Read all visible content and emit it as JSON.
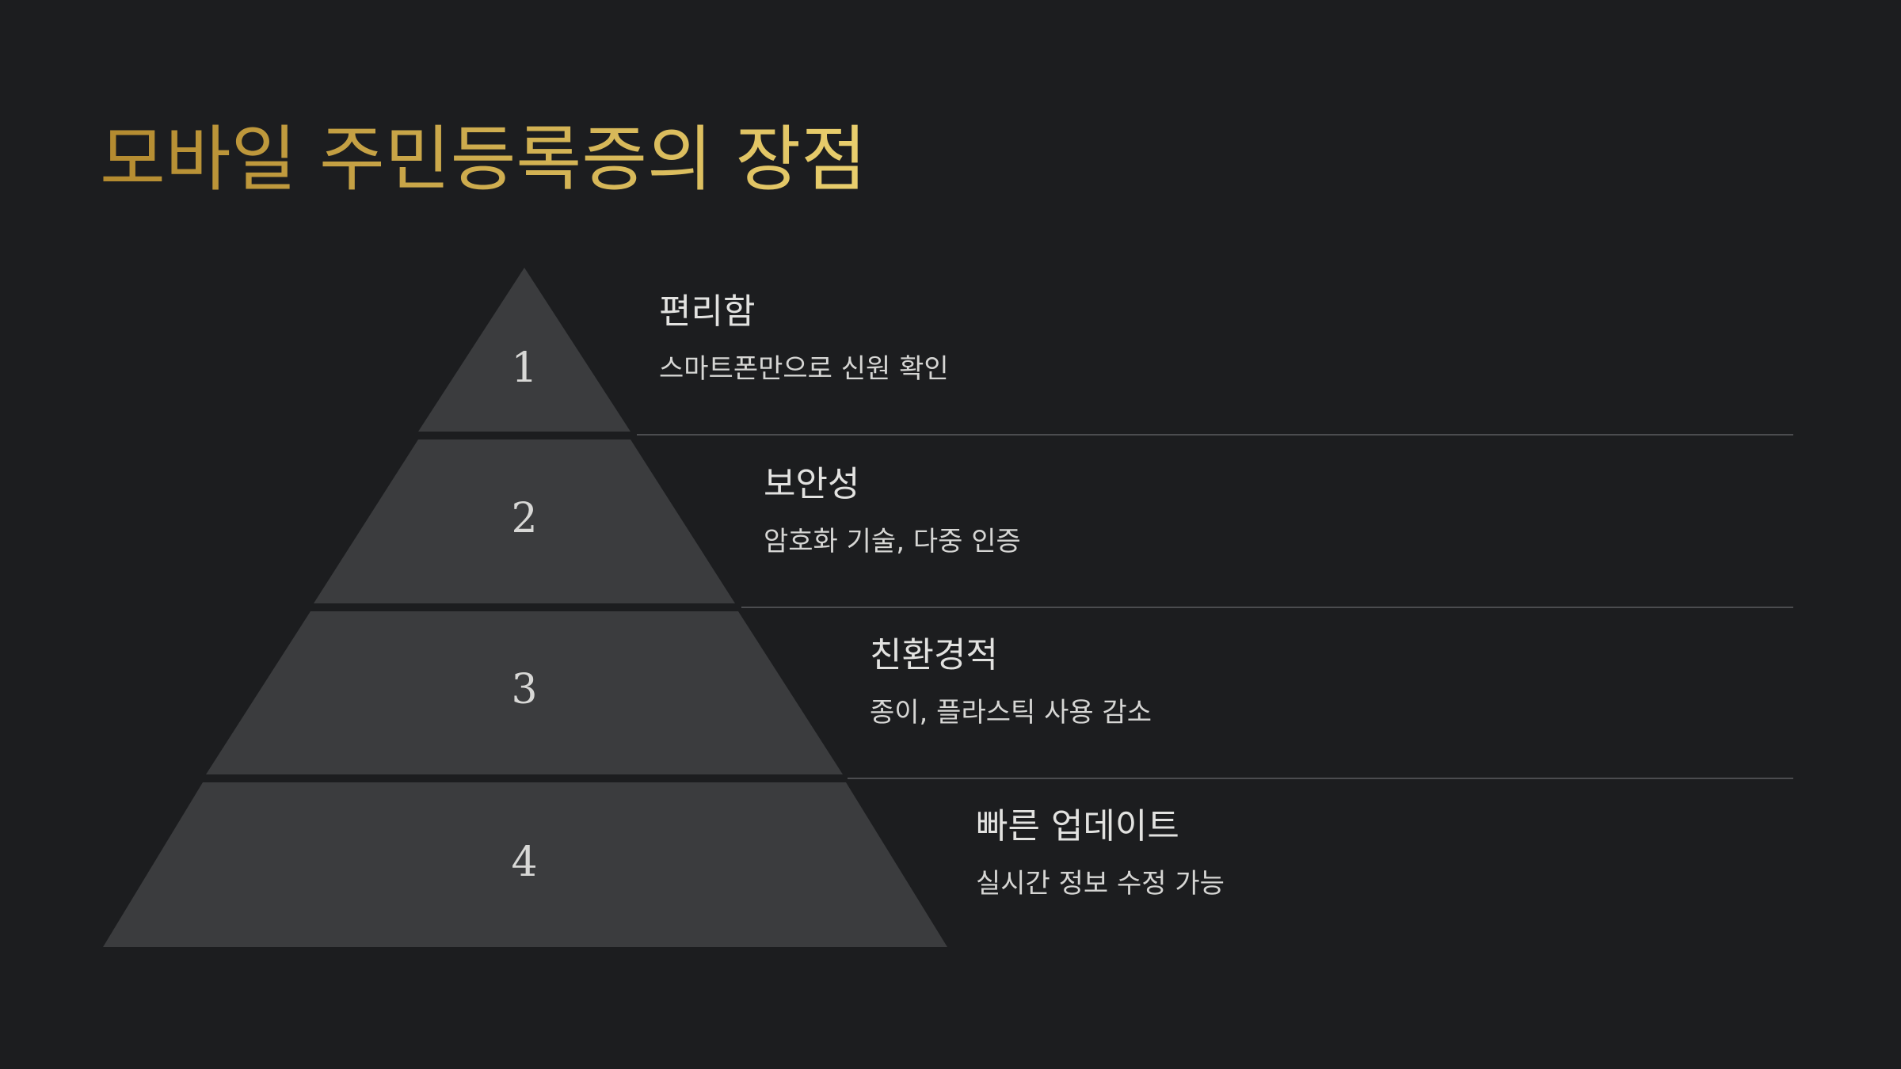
{
  "title": "모바일 주민등록증의 장점",
  "colors": {
    "background": "#1c1d1f",
    "tier_fill": "#3b3c3e",
    "title_gradient_start": "#b38a2f",
    "title_gradient_end": "#e9cf6e",
    "heading_text": "#e2e2e0",
    "desc_text": "#d6d6d4",
    "divider": "#4b4c4f"
  },
  "levels": [
    {
      "number": "1",
      "heading": "편리함",
      "description": "스마트폰만으로 신원 확인"
    },
    {
      "number": "2",
      "heading": "보안성",
      "description": "암호화 기술, 다중 인증"
    },
    {
      "number": "3",
      "heading": "친환경적",
      "description": "종이, 플라스틱 사용 감소"
    },
    {
      "number": "4",
      "heading": "빠른 업데이트",
      "description": "실시간 정보 수정 가능"
    }
  ]
}
